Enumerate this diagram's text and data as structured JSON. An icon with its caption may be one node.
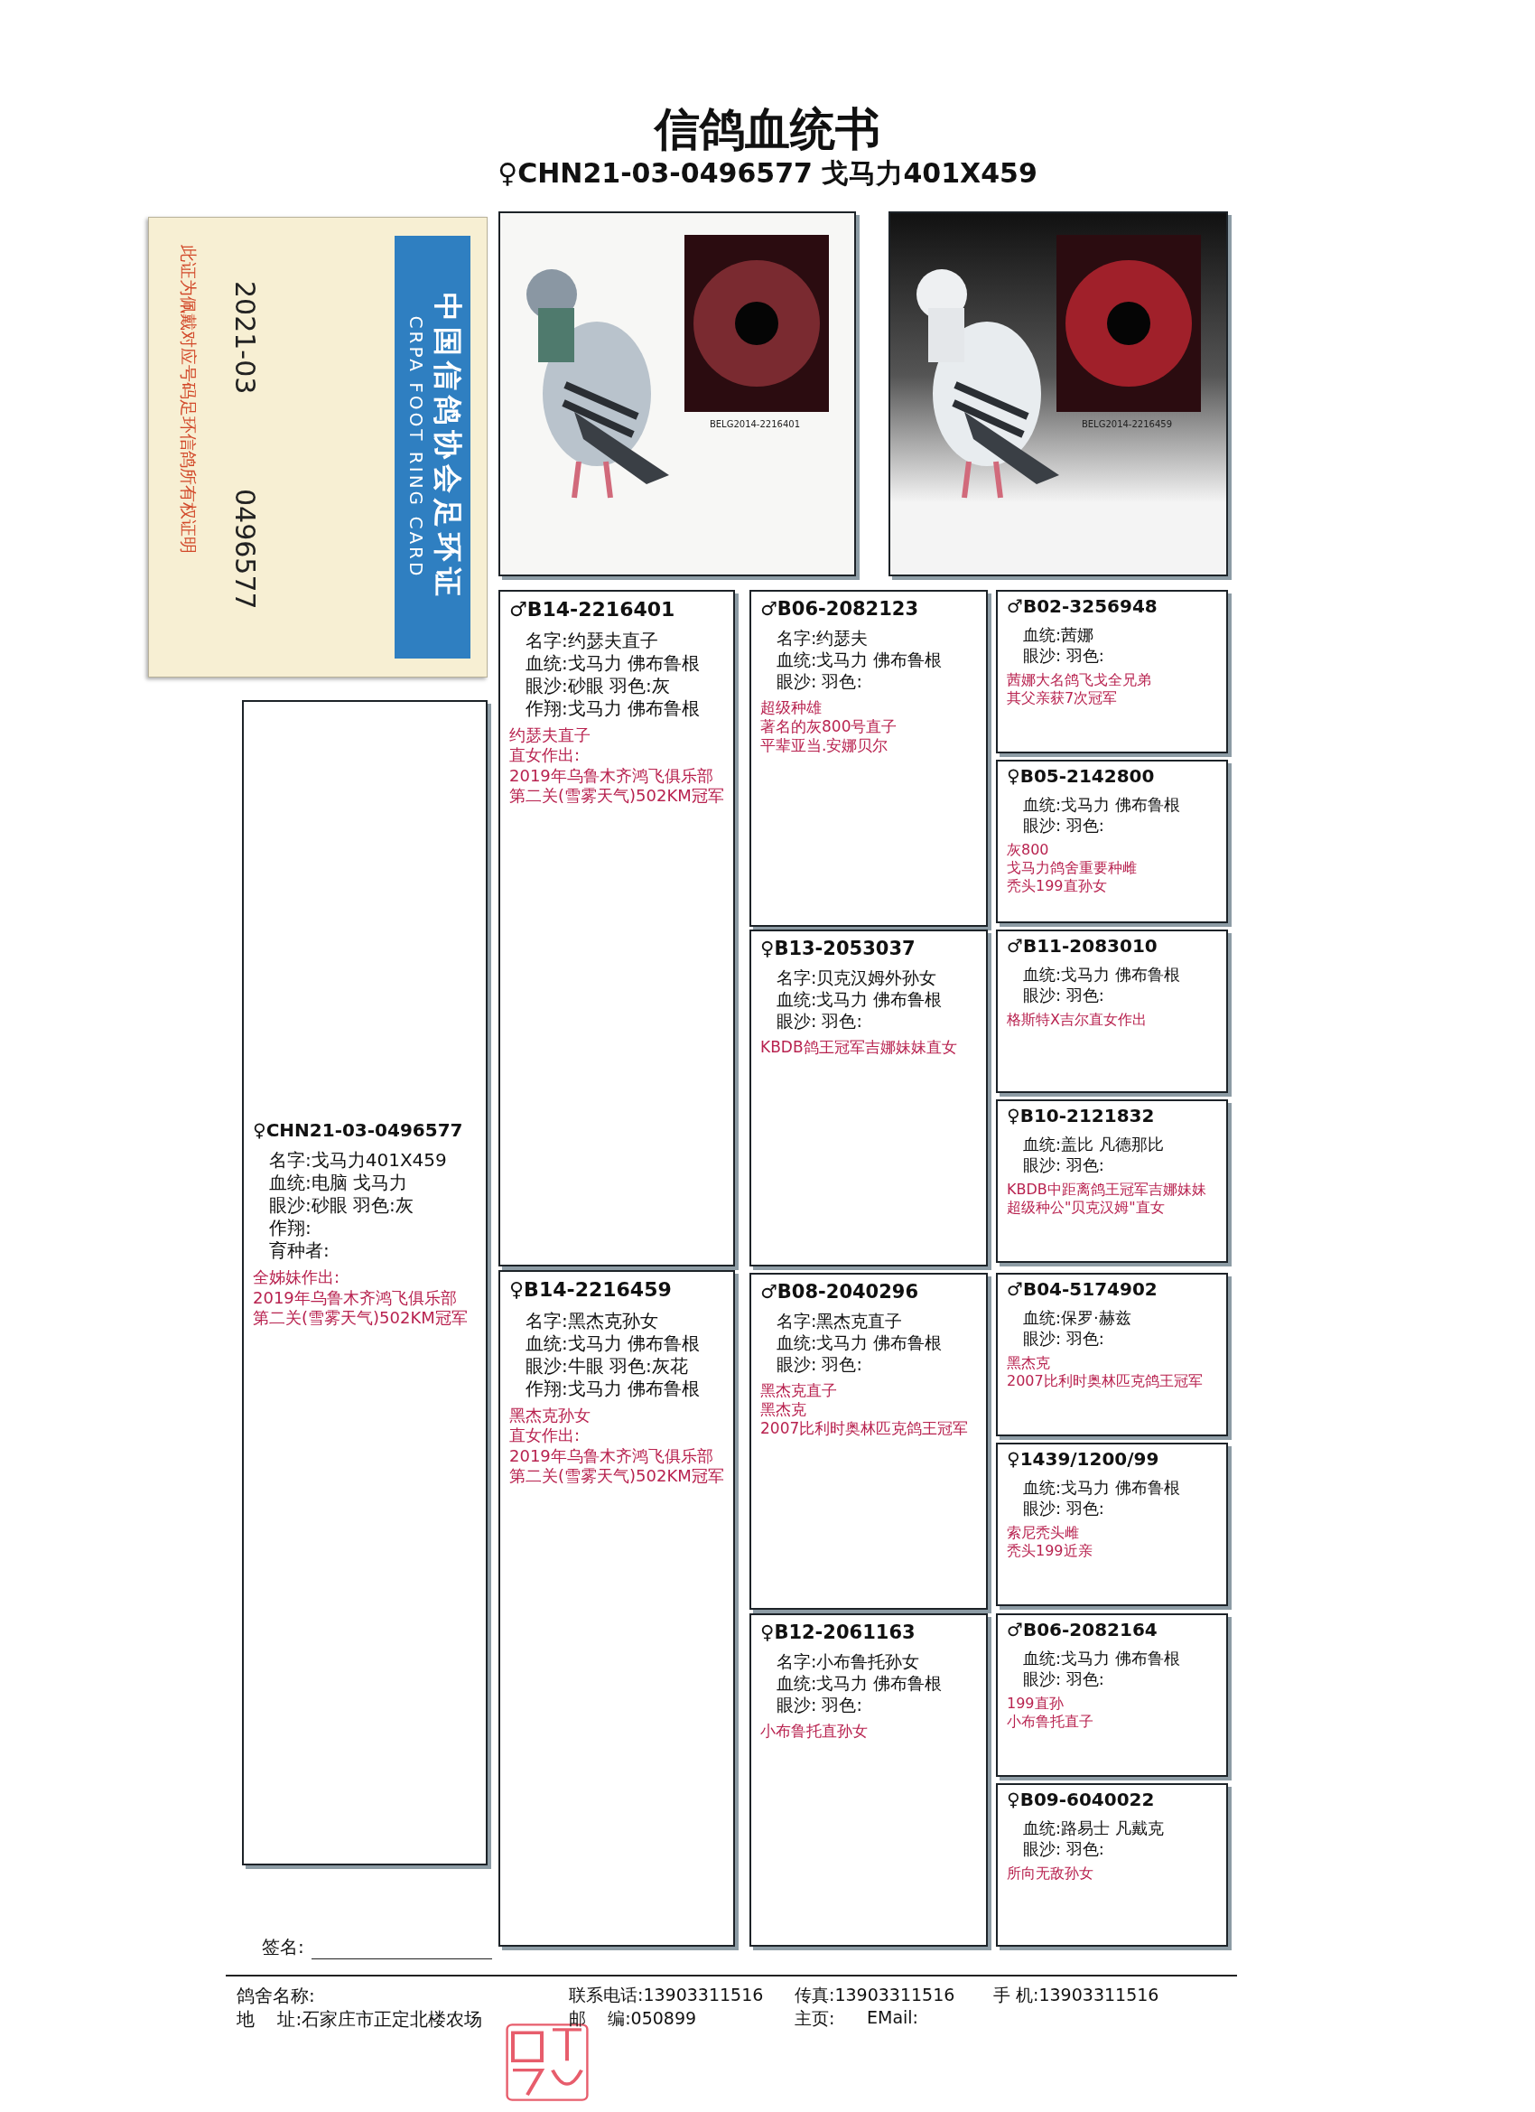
{
  "diagram": {
    "title": "信鸽血统书",
    "nodes": [
      {
        "text": [
          "中国信鸽协会足环证",
          "CRPA FOOT RING CARD",
          "2021-03",
          "0496577",
          "此证为佩戴对应号码足环信鸽所有权证明"
        ]
      },
      {
        "text": [
          "BELG2014-2216401"
        ]
      },
      {
        "text": [
          "BELG2014-2216459"
        ]
      },
      {
        "text": [
          "♀CHN21-03-0496577",
          "名字:戈马力401X459",
          "血统:电脑 戈马力",
          "眼沙:砂眼  羽色:灰",
          "作翔:",
          "育种者:",
          "全姊妹作出:",
          "2019年乌鲁木齐鸿飞俱乐部",
          "第二关(雪雾天气)502KM冠军"
        ]
      },
      {
        "text": [
          "♂B14-2216401",
          "名字:约瑟夫直子",
          "血统:戈马力 佛布鲁根",
          "眼沙:砂眼  羽色:灰",
          "作翔:戈马力 佛布鲁根",
          "约瑟夫直子",
          "直女作出:",
          "2019年乌鲁木齐鸿飞俱乐部",
          "第二关(雪雾天气)502KM冠军"
        ]
      },
      {
        "text": [
          "♀B14-2216459",
          "名字:黑杰克孙女",
          "血统:戈马力 佛布鲁根",
          "眼沙:牛眼  羽色:灰花",
          "作翔:戈马力 佛布鲁根",
          "黑杰克孙女",
          "直女作出:",
          "2019年乌鲁木齐鸿飞俱乐部",
          "第二关(雪雾天气)502KM冠军"
        ]
      },
      {
        "text": [
          "♂B06-2082123",
          "名字:约瑟夫",
          "血统:戈马力 佛布鲁根",
          "眼沙:  羽色:",
          "超级种雄",
          "著名的灰800号直子",
          "平辈亚当.安娜贝尔"
        ]
      },
      {
        "text": [
          "♀B13-2053037",
          "名字:贝克汉姆外孙女",
          "血统:戈马力 佛布鲁根",
          "眼沙:  羽色:",
          "KBDB鸽王冠军吉娜妹妹直女"
        ]
      },
      {
        "text": [
          "♂B08-2040296",
          "名字:黑杰克直子",
          "血统:戈马力 佛布鲁根",
          "眼沙:  羽色:",
          "黑杰克直子",
          "黑杰克",
          "2007比利时奥林匹克鸽王冠军"
        ]
      },
      {
        "text": [
          "♀B12-2061163",
          "名字:小布鲁托孙女",
          "血统:戈马力 佛布鲁根",
          "眼沙:  羽色:",
          "小布鲁托直孙女"
        ]
      },
      {
        "text": [
          "♂B02-3256948",
          "血统:茜娜",
          "眼沙:  羽色:",
          "茜娜大名鸽飞戈全兄弟",
          "其父亲获7次冠军"
        ]
      },
      {
        "text": [
          "♀B05-2142800",
          "血统:戈马力 佛布鲁根",
          "眼沙:  羽色:",
          "灰800",
          "戈马力鸽舍重要种雌",
          "秃头199直孙女"
        ]
      },
      {
        "text": [
          "♂B11-2083010",
          "血统:戈马力 佛布鲁根",
          "眼沙:  羽色:",
          "格斯特X吉尔直女作出"
        ]
      },
      {
        "text": [
          "♀B10-2121832",
          "血统:盖比 凡德那比",
          "眼沙:  羽色:",
          "KBDB中距离鸽王冠军吉娜妹妹",
          "超级种公\"贝克汉姆\"直女"
        ]
      },
      {
        "text": [
          "♂B04-5174902",
          "血统:保罗·赫兹",
          "眼沙:  羽色:",
          "黑杰克",
          "2007比利时奥林匹克鸽王冠军"
        ]
      },
      {
        "text": [
          "♀1439/1200/99",
          "血统:戈马力 佛布鲁根",
          "眼沙:  羽色:",
          "索尼秃头雌",
          "秃头199近亲"
        ]
      },
      {
        "text": [
          "♂B06-2082164",
          "血统:戈马力 佛布鲁根",
          "眼沙:  羽色:",
          "199直孙",
          "小布鲁托直子"
        ]
      },
      {
        "text": [
          "♀B09-6040022",
          "血统:路易士 凡戴克",
          "眼沙:  羽色:",
          "所向无敌孙女"
        ]
      }
    ],
    "labels": [
      "♀CHN21-03-0496577 戈马力401X459",
      "签名:",
      "鸽舍名称:",
      "地    址:石家庄市正定北楼农场",
      "联系电话:13903311516",
      "传真:13903311516",
      "手 机:13903311516",
      "邮    编:050899",
      "主页:",
      "EMail:"
    ]
  }
}
